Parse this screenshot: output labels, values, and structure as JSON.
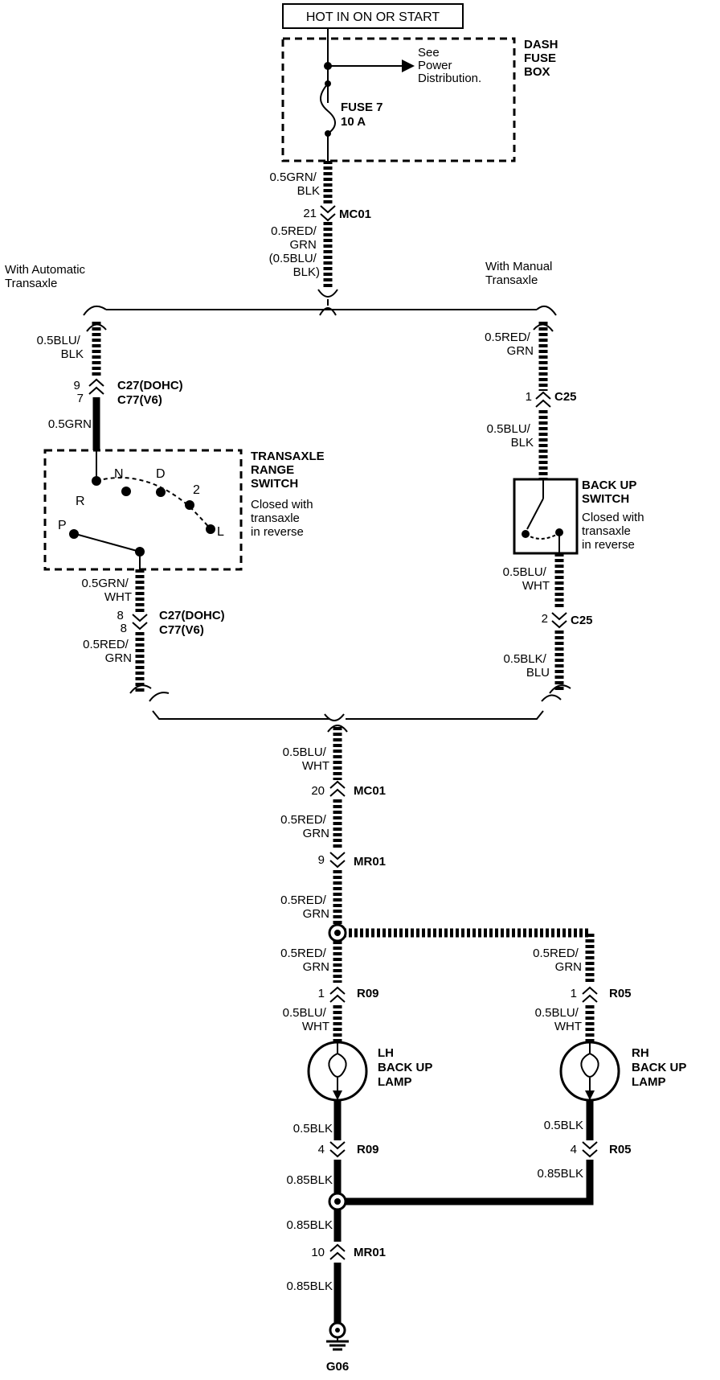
{
  "header": {
    "power_label": "HOT IN ON OR START"
  },
  "fuse_box": {
    "title_lines": [
      "DASH",
      "FUSE",
      "BOX"
    ],
    "see_lines": [
      "See",
      "Power",
      "Distribution."
    ],
    "fuse_lines": [
      "FUSE 7",
      "10 A"
    ]
  },
  "top_wires": {
    "w1": [
      "0.5GRN/",
      "BLK"
    ],
    "conn_pin": "21",
    "conn_name": "MC01",
    "w2": [
      "0.5RED/",
      "GRN",
      "(0.5BLU/",
      "BLK)"
    ]
  },
  "automatic": {
    "title_lines": [
      "With Automatic",
      "Transaxle"
    ],
    "w_in": [
      "0.5BLU/",
      "BLK"
    ],
    "c_top_pins": [
      "9",
      "7"
    ],
    "c_top_names": [
      "C27(DOHC)",
      "C77(V6)"
    ],
    "w_grn": "0.5GRN",
    "switch_title": [
      "TRANSAXLE",
      "RANGE",
      "SWITCH"
    ],
    "switch_note": [
      "Closed with",
      "transaxle",
      "in reverse"
    ],
    "positions": [
      "R",
      "N",
      "D",
      "2",
      "L",
      "P"
    ],
    "w_out": [
      "0.5GRN/",
      "WHT"
    ],
    "c_bot_pins": [
      "8",
      "8"
    ],
    "c_bot_names": [
      "C27(DOHC)",
      "C77(V6)"
    ],
    "w_out2": [
      "0.5RED/",
      "GRN"
    ]
  },
  "manual": {
    "title_lines": [
      "With Manual",
      "Transaxle"
    ],
    "w_in": [
      "0.5RED/",
      "GRN"
    ],
    "c_top_pin": "1",
    "c_top_name": "C25",
    "w_mid": [
      "0.5BLU/",
      "BLK"
    ],
    "switch_title": [
      "BACK UP",
      "SWITCH"
    ],
    "switch_note": [
      "Closed with",
      "transaxle",
      "in reverse"
    ],
    "w_out": [
      "0.5BLU/",
      "WHT"
    ],
    "c_bot_pin": "2",
    "c_bot_name": "C25",
    "w_out2": [
      "0.5BLK/",
      "BLU"
    ]
  },
  "lower": {
    "w1": [
      "0.5BLU/",
      "WHT"
    ],
    "c1_pin": "20",
    "c1_name": "MC01",
    "w2": [
      "0.5RED/",
      "GRN"
    ],
    "c2_pin": "9",
    "c2_name": "MR01",
    "w3": [
      "0.5RED/",
      "GRN"
    ]
  },
  "lh": {
    "w_in": [
      "0.5RED/",
      "GRN"
    ],
    "c_top_pin": "1",
    "c_top_name": "R09",
    "w_mid": [
      "0.5BLU/",
      "WHT"
    ],
    "lamp_lines": [
      "LH",
      "BACK UP",
      "LAMP"
    ],
    "w_out": "0.5BLK",
    "c_bot_pin": "4",
    "c_bot_name": "R09",
    "w_out2": "0.85BLK"
  },
  "rh": {
    "w_in": [
      "0.5RED/",
      "GRN"
    ],
    "c_top_pin": "1",
    "c_top_name": "R05",
    "w_mid": [
      "0.5BLU/",
      "WHT"
    ],
    "lamp_lines": [
      "RH",
      "BACK UP",
      "LAMP"
    ],
    "w_out": "0.5BLK",
    "c_bot_pin": "4",
    "c_bot_name": "R05",
    "w_out2": "0.85BLK"
  },
  "ground": {
    "w1": "0.85BLK",
    "c_pin": "10",
    "c_name": "MR01",
    "w2": "0.85BLK",
    "name": "G06"
  }
}
